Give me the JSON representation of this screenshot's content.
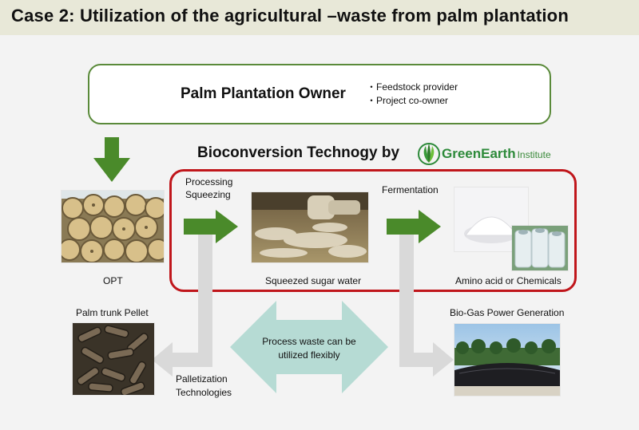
{
  "header": {
    "title": "Case 2: Utilization of the agricultural –waste from palm plantation"
  },
  "owner": {
    "title": "Palm Plantation Owner",
    "roles": [
      "Feedstock provider",
      "Project co-owner"
    ]
  },
  "bioconversion": {
    "label": "Bioconversion Technogy by",
    "brand": "GreenEarth",
    "brand_suffix": "Institute"
  },
  "steps": {
    "processing": "Processing",
    "squeezing": "Squeezing",
    "fermentation": "Fermentation"
  },
  "products": {
    "opt": "OPT",
    "sugar_water": "Squeezed sugar water",
    "amino": "Amino acid or Chemicals",
    "pellet": "Palm trunk Pellet",
    "biogas": "Bio-Gas Power Generation"
  },
  "waste": {
    "line1": "Process waste can be",
    "line2": "utilized flexibly"
  },
  "palletization": {
    "line1": "Palletization",
    "line2": "Technologies"
  },
  "colors": {
    "accent_green": "#4a8a2a",
    "border_red": "#c0161b",
    "waste_arrow": "#b6dbd4",
    "gray_arrow": "#d9d9d9"
  }
}
